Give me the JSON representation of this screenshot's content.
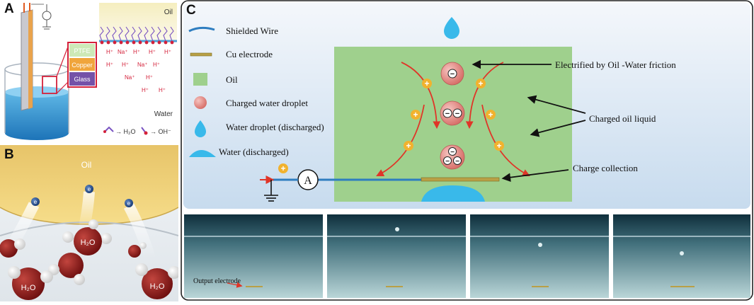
{
  "panel_a": {
    "letter": "A",
    "layers": [
      "PTFE",
      "Copper",
      "Glass"
    ],
    "phase_top": "Oil",
    "phase_bottom": "Water",
    "ions": [
      {
        "t": "H⁺"
      },
      {
        "t": "Na⁺"
      },
      {
        "t": "H⁺"
      },
      {
        "t": "H⁺"
      },
      {
        "t": "H⁺"
      },
      {
        "t": "H⁺"
      },
      {
        "t": "H⁺"
      },
      {
        "t": "Na⁺"
      },
      {
        "t": "H⁺"
      },
      {
        "t": "Na⁺"
      },
      {
        "t": "H⁺"
      },
      {
        "t": "H⁺"
      },
      {
        "t": "H⁺"
      }
    ],
    "legend_h2o": "→ H₂O",
    "legend_oh": "→ OH⁻"
  },
  "panel_b": {
    "letter": "B",
    "oil_label": "Oil",
    "electron": "e",
    "molecules": [
      "H₂O",
      "H₂O",
      "H₂O"
    ]
  },
  "panel_c": {
    "letter": "C",
    "legend": [
      {
        "icon": "shielded-wire-icon",
        "label": "Shielded Wire"
      },
      {
        "icon": "cu-electrode-icon",
        "label": "Cu electrode"
      },
      {
        "icon": "oil-square-icon",
        "label": "Oil"
      },
      {
        "icon": "charged-droplet-icon",
        "label": "Charged water droplet"
      },
      {
        "icon": "water-drop-icon",
        "label": "Water droplet (discharged)"
      },
      {
        "icon": "water-pool-icon",
        "label": "Water (discharged)"
      }
    ],
    "ammeter": "A",
    "plus": "+",
    "minus": "−",
    "annotations": {
      "electrified": "Electrified by Oil -Water friction",
      "charged_oil": "Charged oil liquid",
      "collection": "Charge collection"
    },
    "photos": [
      {
        "label": "Output electrode"
      },
      {
        "label": ""
      },
      {
        "label": ""
      },
      {
        "label": ""
      }
    ]
  },
  "colors": {
    "oil_green": "#9fd08d",
    "panel_bg_top": "#f3f6fb",
    "panel_bg_bottom": "#c9dcef",
    "wire_blue": "#2e7dc0",
    "electrode_gold": "#b9a046",
    "droplet_red": "#e98f8a",
    "plus_yellow": "#f1b22e",
    "arrow_red": "#e03528",
    "water_blue": "#39b9ea"
  }
}
